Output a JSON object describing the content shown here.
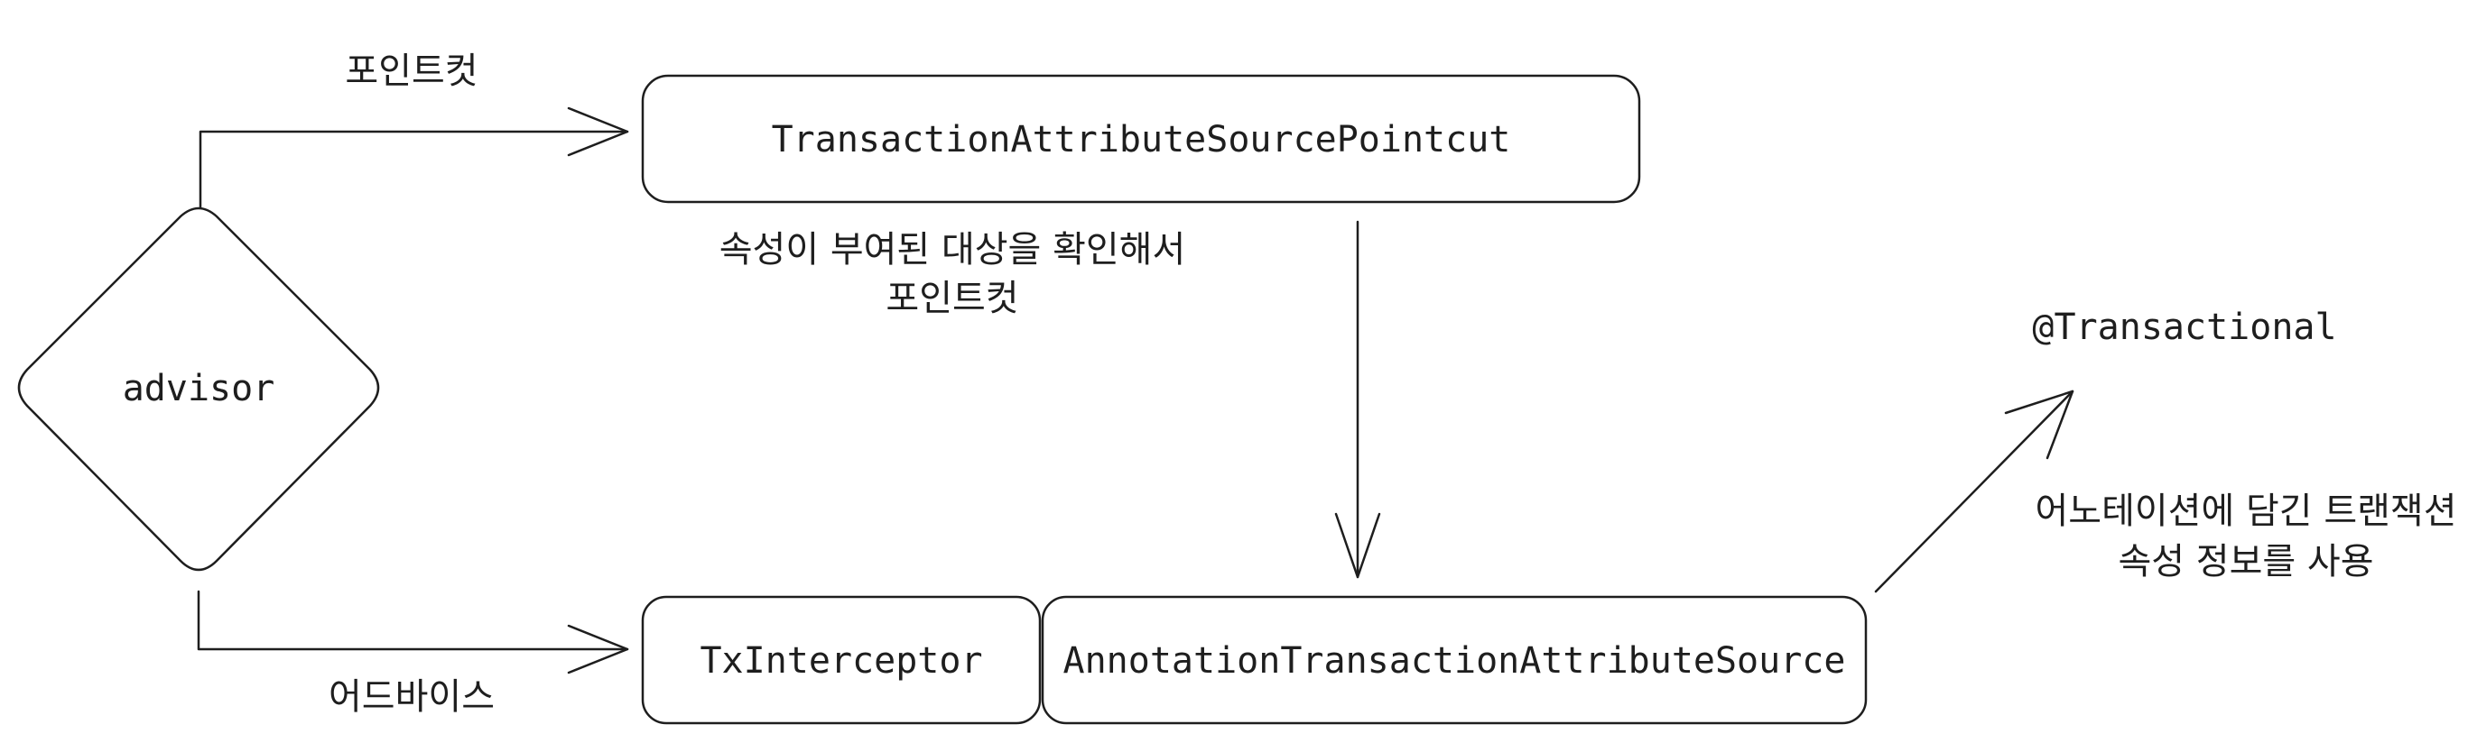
{
  "nodes": {
    "advisor": "advisor",
    "pointcut": "TransactionAttributeSourcePointcut",
    "interceptor": "TxInterceptor",
    "annotation_source": "AnnotationTransactionAttributeSource",
    "transactional": "@Transactional"
  },
  "labels": {
    "pointcut_edge": "포인트컷",
    "advice_edge": "어드바이스",
    "pointcut_desc_line1": "속성이 부여된 대상을 확인해서",
    "pointcut_desc_line2": "포인트컷",
    "annotation_desc_line1": "어노테이션에 담긴 트랜잭션",
    "annotation_desc_line2": "속성 정보를 사용"
  }
}
